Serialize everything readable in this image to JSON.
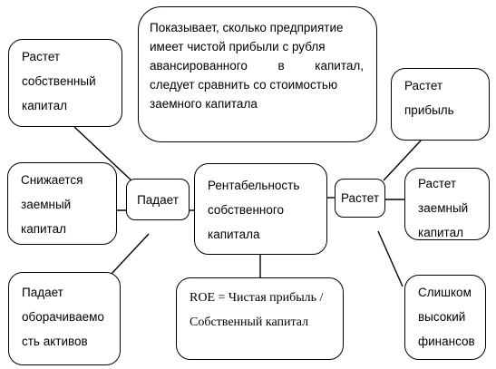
{
  "top_note": {
    "lines": [
      "Показывает, сколько предприятие",
      "имеет чистой прибыли с рубля",
      "авансированного в капитал,",
      "следует сравнить со стоимостью",
      "заемного капитала"
    ]
  },
  "center": {
    "text": "Рентабельность\nсобственного\nкапитала"
  },
  "falls": {
    "label": "Падает"
  },
  "rises": {
    "label": "Растет"
  },
  "formula": {
    "text": "ROE = Чистая прибыль /\nСобственный капитал"
  },
  "left_boxes": [
    {
      "text": "Растет\nсобственный\nкапитал"
    },
    {
      "text": "Снижается\nзаемный\nкапитал"
    },
    {
      "text": "Падает\nоборачиваемо\nсть активов"
    }
  ],
  "right_boxes": [
    {
      "text": "Растет\nприбыль"
    },
    {
      "text": "Растет\nзаемный\nкапитал"
    },
    {
      "text": "Слишком\nвысокий\nфинансов"
    }
  ]
}
